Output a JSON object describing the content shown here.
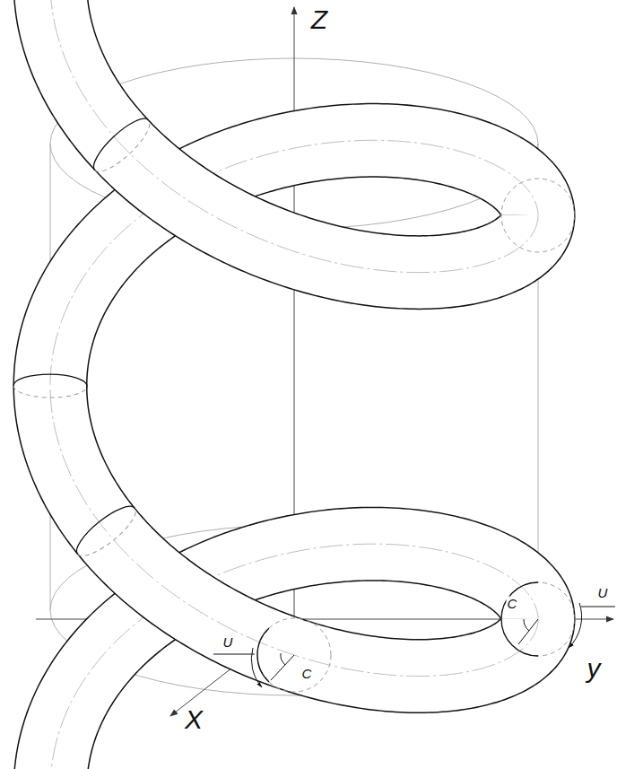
{
  "diagram": {
    "labels": [
      "Z",
      "U",
      "C",
      "y",
      "U",
      "C",
      "X"
    ]
  }
}
